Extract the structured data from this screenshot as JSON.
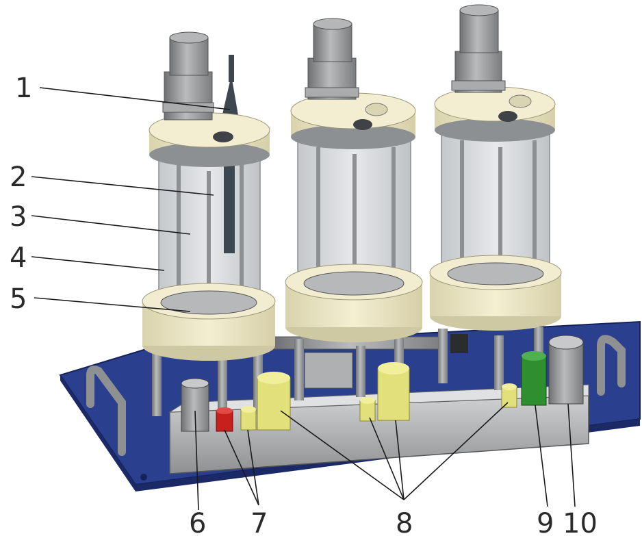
{
  "callouts": [
    {
      "id": "1",
      "label": "1"
    },
    {
      "id": "2",
      "label": "2"
    },
    {
      "id": "3",
      "label": "3"
    },
    {
      "id": "4",
      "label": "4"
    },
    {
      "id": "5",
      "label": "5"
    },
    {
      "id": "6",
      "label": "6"
    },
    {
      "id": "7",
      "label": "7"
    },
    {
      "id": "8",
      "label": "8"
    },
    {
      "id": "9",
      "label": "9"
    },
    {
      "id": "10",
      "label": "10"
    }
  ],
  "colors": {
    "base_plate": "#2b3f8f",
    "flange": "#ece6c4",
    "metal": "#9a9c9e",
    "glass": "#d4d7d9",
    "connector_red": "#c8201c",
    "connector_yellow": "#e2e07a",
    "connector_green": "#2f8f2f",
    "probe_dark": "#3d4750"
  },
  "icons": [
    "vessel-illustration"
  ]
}
